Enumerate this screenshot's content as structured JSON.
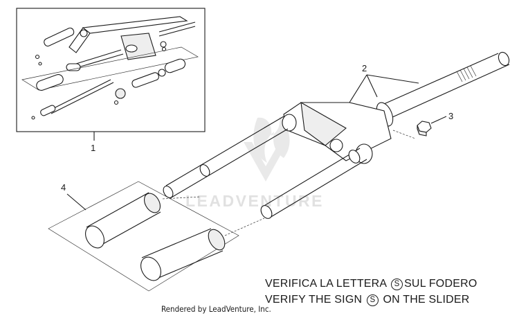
{
  "diagram": {
    "callouts": [
      {
        "id": "1",
        "label": "1"
      },
      {
        "id": "2",
        "label": "2"
      },
      {
        "id": "3",
        "label": "3"
      },
      {
        "id": "4",
        "label": "4"
      }
    ],
    "watermark": "LEADVENTURE"
  },
  "notes": {
    "line1_prefix": "VERIFICA LA LETTERA ",
    "line1_symbol": "S",
    "line1_suffix": "SUL FODERO",
    "line2_prefix": "VERIFY THE SIGN ",
    "line2_symbol": "S",
    "line2_suffix": " ON THE SLIDER"
  },
  "footer": {
    "credit": "Rendered by LeadVenture, Inc."
  }
}
